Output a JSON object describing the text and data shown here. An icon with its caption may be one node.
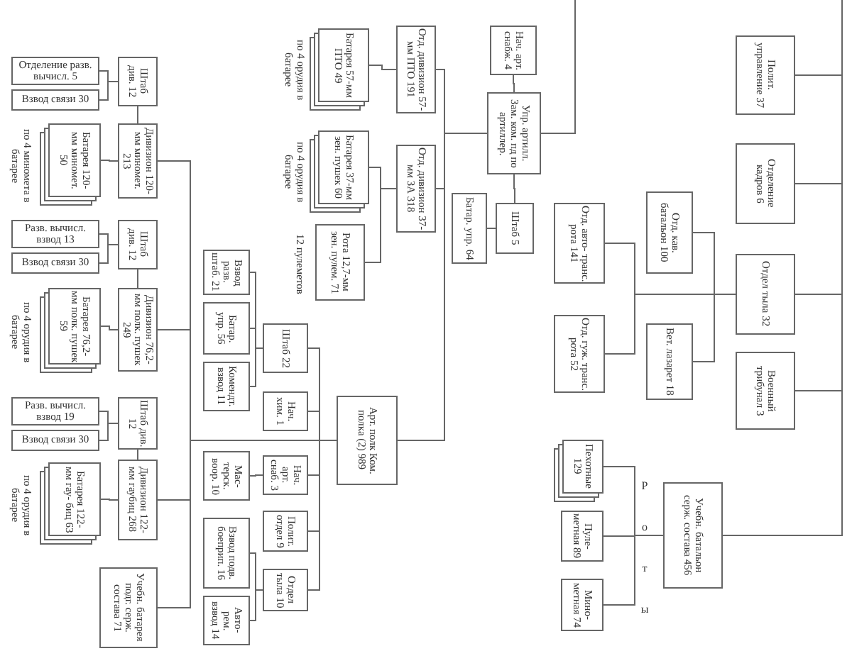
{
  "diagram": {
    "nodes": [
      {
        "text": [
          "Полит. управление 37"
        ]
      },
      {
        "text": [
          "Отделение кадров 6"
        ]
      },
      {
        "text": [
          "Отдел тыла 32"
        ]
      },
      {
        "text": [
          "Военный трибунал 3"
        ]
      },
      {
        "text": [
          "Учебн. батальон серж. состава 456"
        ]
      },
      {
        "text": [
          "Пехотные 129"
        ]
      },
      {
        "text": [
          "Пуле- метная 89"
        ]
      },
      {
        "text": [
          "Мино- метная 74"
        ]
      },
      {
        "text": [
          "Отд. кав. батальон 100"
        ]
      },
      {
        "text": [
          "Вет. лазарет 18"
        ]
      },
      {
        "text": [
          "Отд. авто- транс. рота 141"
        ]
      },
      {
        "text": [
          "Отд. гуж. транс. рота 52"
        ]
      },
      {
        "text": [
          "Нач. арт. снабж. 4"
        ]
      },
      {
        "text": [
          "Упр. артилл. Зам. ком. пд по артиллер."
        ]
      },
      {
        "text": [
          "Штаб 5"
        ]
      },
      {
        "text": [
          "Батар. упр. 64"
        ]
      },
      {
        "text": [
          "Отд. дивизион 57-мм ПТО 191"
        ]
      },
      {
        "text": [
          "Отд. дивизион 37-мм ЗА 318"
        ]
      },
      {
        "text": [
          "Батарея 57-мм ПТО 49"
        ],
        "beside": [
          "по 4 орудия в батарее"
        ]
      },
      {
        "text": [
          "Батарея 37-мм зен. пушек 60"
        ],
        "beside": [
          "по 4 орудия в батарее"
        ]
      },
      {
        "text": [
          "Рота 12,7-мм зен. пулем. 71"
        ],
        "beside": [
          "12 пулеметов"
        ]
      },
      {
        "text": [
          "Арт. полк Ком. полка (2) 989"
        ]
      },
      {
        "text": [
          "Штаб 22"
        ]
      },
      {
        "text": [
          "Нач. хим. 1"
        ]
      },
      {
        "text": [
          "Нач. арт. снаб. 3"
        ]
      },
      {
        "text": [
          "Полит. отдел 9"
        ]
      },
      {
        "text": [
          "Отдел тыла 10"
        ]
      },
      {
        "text": [
          "Взвод разв. штаб. 21"
        ]
      },
      {
        "text": [
          "Батар. упр. 56"
        ]
      },
      {
        "text": [
          "Комендт. взвод 11"
        ]
      },
      {
        "text": [
          "Мас- терск. воор. 10"
        ]
      },
      {
        "text": [
          "Взвод подв. боеприп. 16"
        ]
      },
      {
        "text": [
          "Авто- рем. взвод 14"
        ]
      },
      {
        "text": [
          "Дивизион 120-мм миномет. 213"
        ]
      },
      {
        "text": [
          "Штаб див. 12"
        ]
      },
      {
        "text": [
          "Отделение разв. вычисл. 5"
        ]
      },
      {
        "text": [
          "Взвод связи 30"
        ]
      },
      {
        "text": [
          "Батарея 120-мм миномет. 50"
        ],
        "beside": [
          "по 4 миномета в батарее"
        ]
      },
      {
        "text": [
          "Дивизион 76,2-мм полк. пушек 249"
        ]
      },
      {
        "text": [
          "Штаб див. 12"
        ]
      },
      {
        "text": [
          "Разв. вычисл. взвод 13"
        ]
      },
      {
        "text": [
          "Взвод связи 30"
        ]
      },
      {
        "text": [
          "Батарея 76,2-мм полк. пушек 59"
        ],
        "beside": [
          "по 4 орудия в батарее"
        ]
      },
      {
        "text": [
          "Дивизион 122-мм гаубиц 268"
        ]
      },
      {
        "text": [
          "Штаб див. 12"
        ]
      },
      {
        "text": [
          "Разв. вычисл. взвод 19"
        ]
      },
      {
        "text": [
          "Взвод связи 30"
        ]
      },
      {
        "text": [
          "Батарея 122-мм гау- биц 63"
        ],
        "beside": [
          "по 4 орудия в батарее"
        ]
      },
      {
        "text": [
          "Учебн. батарея подг. серж. состава 71"
        ]
      }
    ],
    "edges": [
      {
        "from": null,
        "to": 13,
        "arrow": "none"
      },
      {
        "from": null,
        "to": 0,
        "arrow": "none"
      },
      {
        "from": null,
        "to": 1,
        "arrow": "none"
      },
      {
        "from": null,
        "to": 2,
        "arrow": "none"
      },
      {
        "from": null,
        "to": 3,
        "arrow": "none"
      },
      {
        "from": null,
        "to": 4,
        "arrow": "none"
      },
      {
        "from": 4,
        "to": 5,
        "arrow": "none"
      },
      {
        "from": 4,
        "to": 6,
        "arrow": "none"
      },
      {
        "from": 4,
        "to": 7,
        "arrow": "none"
      },
      {
        "from": 2,
        "to": 10,
        "arrow": "none"
      },
      {
        "from": 2,
        "to": 11,
        "arrow": "none"
      },
      {
        "from": 2,
        "to": 8,
        "arrow": "none"
      },
      {
        "from": 2,
        "to": 9,
        "arrow": "none"
      },
      {
        "from": 13,
        "to": 12,
        "arrow": "none"
      },
      {
        "from": 13,
        "to": 14,
        "arrow": "none"
      },
      {
        "from": 14,
        "to": 15,
        "arrow": "none"
      },
      {
        "from": 13,
        "to": 16,
        "arrow": "none"
      },
      {
        "from": 13,
        "to": 17,
        "arrow": "none"
      },
      {
        "from": 13,
        "to": 21,
        "arrow": "none"
      },
      {
        "from": 16,
        "to": 18,
        "arrow": "none"
      },
      {
        "from": 17,
        "to": 19,
        "arrow": "none"
      },
      {
        "from": 17,
        "to": 20,
        "arrow": "none"
      },
      {
        "from": 21,
        "to": 22,
        "arrow": "none"
      },
      {
        "from": 21,
        "to": 23,
        "arrow": "none"
      },
      {
        "from": 21,
        "to": 24,
        "arrow": "none"
      },
      {
        "from": 21,
        "to": 25,
        "arrow": "none"
      },
      {
        "from": 21,
        "to": 26,
        "arrow": "none"
      },
      {
        "from": 22,
        "to": 27,
        "arrow": "none"
      },
      {
        "from": 22,
        "to": 28,
        "arrow": "none"
      },
      {
        "from": 22,
        "to": 29,
        "arrow": "none"
      },
      {
        "from": 24,
        "to": 30,
        "arrow": "none"
      },
      {
        "from": 26,
        "to": 31,
        "arrow": "none"
      },
      {
        "from": 26,
        "to": 32,
        "arrow": "none"
      },
      {
        "from": 21,
        "to": 33,
        "arrow": "none"
      },
      {
        "from": 21,
        "to": 38,
        "arrow": "none"
      },
      {
        "from": 21,
        "to": 43,
        "arrow": "none"
      },
      {
        "from": 21,
        "to": 48,
        "arrow": "none"
      },
      {
        "from": 33,
        "to": 34,
        "arrow": "none"
      },
      {
        "from": 34,
        "to": 35,
        "arrow": "none"
      },
      {
        "from": 34,
        "to": 36,
        "arrow": "none"
      },
      {
        "from": 33,
        "to": 37,
        "arrow": "none"
      },
      {
        "from": 38,
        "to": 39,
        "arrow": "none"
      },
      {
        "from": 39,
        "to": 40,
        "arrow": "none"
      },
      {
        "from": 39,
        "to": 41,
        "arrow": "none"
      },
      {
        "from": 38,
        "to": 42,
        "arrow": "none"
      },
      {
        "from": 43,
        "to": 44,
        "arrow": "none"
      },
      {
        "from": 44,
        "to": 45,
        "arrow": "none"
      },
      {
        "from": 44,
        "to": 46,
        "arrow": "none"
      },
      {
        "from": 43,
        "to": 47,
        "arrow": "none"
      }
    ],
    "labels": [
      "Роты"
    ]
  }
}
